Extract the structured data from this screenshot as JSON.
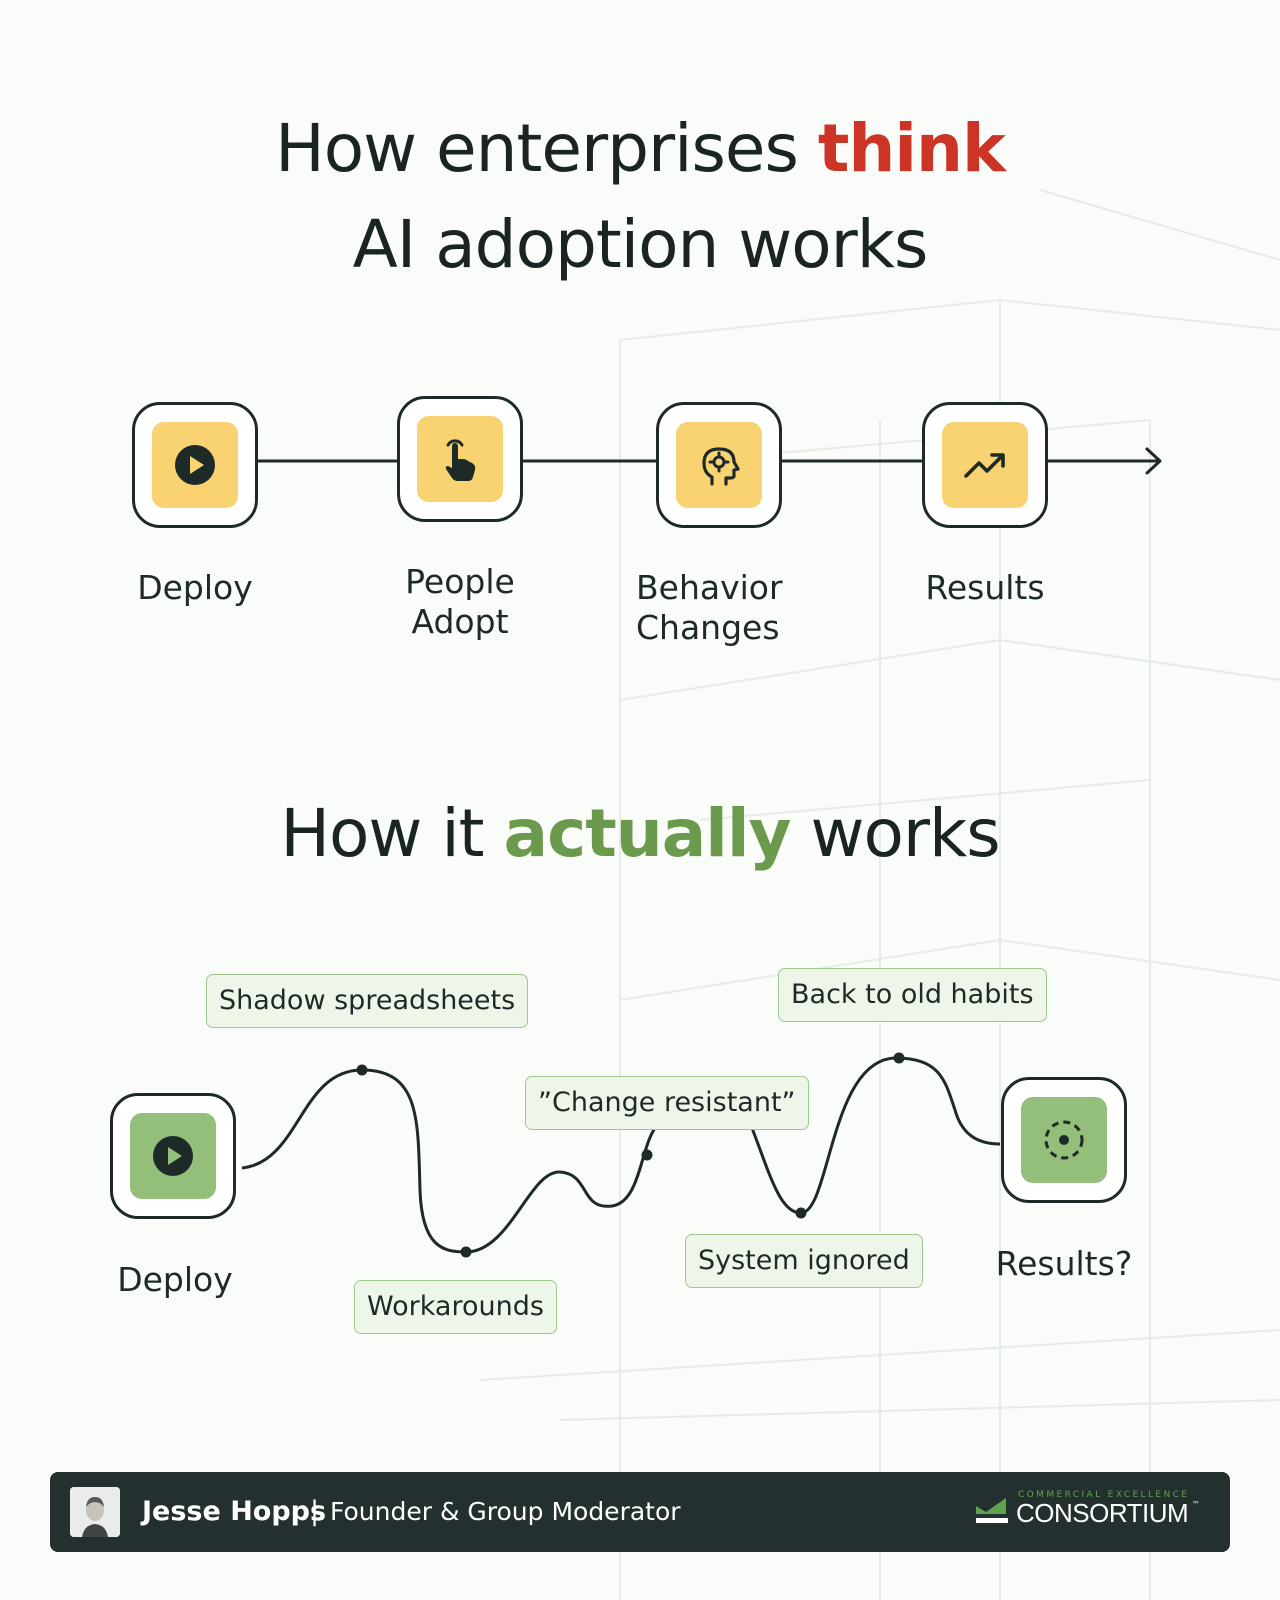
{
  "headline_top": {
    "before": "How enterprises ",
    "highlight": "think",
    "line2": "AI adoption works"
  },
  "headline_bottom": {
    "before": "How it ",
    "highlight": "actually",
    "after": " works"
  },
  "ideal_flow": [
    {
      "label": "Deploy",
      "icon": "play-icon"
    },
    {
      "label": "People\nAdopt",
      "icon": "pointer-hand-icon"
    },
    {
      "label": "Behavior\nChanges",
      "icon": "head-gear-icon"
    },
    {
      "label": "Results",
      "icon": "trend-up-icon"
    }
  ],
  "actual_flow": {
    "start_label": "Deploy",
    "start_icon": "play-icon",
    "end_label": "Results?",
    "end_icon": "target-icon",
    "obstacles": [
      "Shadow spreadsheets",
      "Workarounds",
      "”Change resistant”",
      "System ignored",
      "Back to old habits"
    ]
  },
  "footer": {
    "name": "Jesse Hopps",
    "separator": "|",
    "role": "Founder & Group Moderator",
    "logo_tagline": "COMMERCIAL EXCELLENCE",
    "logo_name": "CONSORTIUM",
    "logo_tm": "™"
  },
  "colors": {
    "accent_red": "#cc3426",
    "accent_green": "#6b9a4d",
    "icon_yellow": "#f9d271",
    "icon_green": "#93bf7a",
    "tag_fill": "#eef6e9",
    "tag_border": "#9fc88e",
    "dark": "#1d2a28",
    "footer_bg": "#23302f"
  }
}
